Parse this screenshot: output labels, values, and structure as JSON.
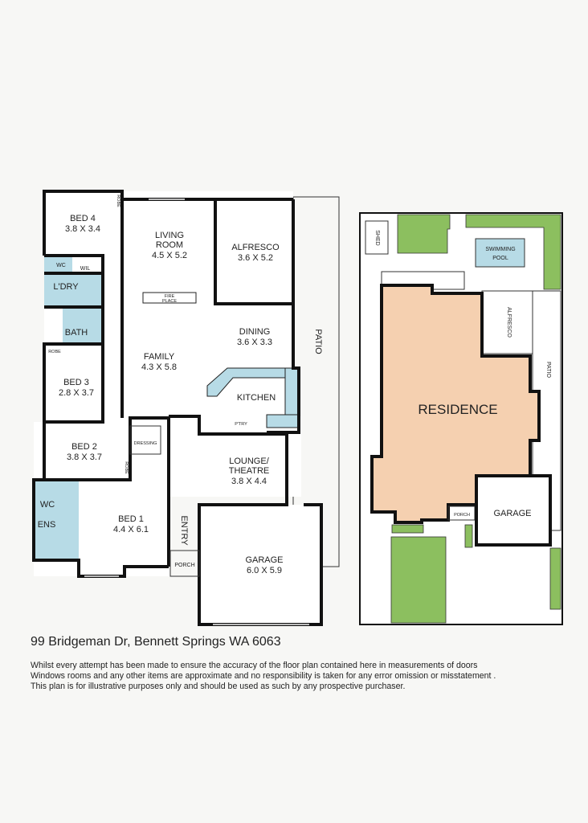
{
  "floor_plan": {
    "rooms": [
      {
        "id": "bed4",
        "name": "BED 4",
        "size": "3.8 X 3.4"
      },
      {
        "id": "living",
        "name": "LIVING",
        "name2": "ROOM",
        "size": "4.5 X 5.2"
      },
      {
        "id": "alfresco",
        "name": "ALFRESCO",
        "size": "3.6 X 5.2"
      },
      {
        "id": "dining",
        "name": "DINING",
        "size": "3.6 X 3.3"
      },
      {
        "id": "family",
        "name": "FAMILY",
        "size": "4.3 X 5.8"
      },
      {
        "id": "bed3",
        "name": "BED 3",
        "size": "2.8 X 3.7"
      },
      {
        "id": "bed2",
        "name": "BED 2",
        "size": "3.8 X 3.7"
      },
      {
        "id": "lounge",
        "name": "LOUNGE/",
        "name2": "THEATRE",
        "size": "3.8 X 4.4"
      },
      {
        "id": "bed1",
        "name": "BED 1",
        "size": "4.4 X 6.1"
      },
      {
        "id": "garage",
        "name": "GARAGE",
        "size": "6.0 X 5.9"
      }
    ],
    "small_labels": {
      "robe": "ROBE",
      "wc": "WC",
      "wil": "WIL",
      "ldry": "L'DRY",
      "bath": "BATH",
      "fireplace1": "FIRE",
      "fireplace2": "PLACE",
      "kitchen": "KITCHEN",
      "pantry": "P'TRY",
      "dressing": "DRESSING",
      "ens": "ENS",
      "entry": "ENTRY",
      "porch": "PORCH",
      "patio": "PATIO"
    },
    "wet_area_color": "#b7dbe6"
  },
  "site_plan": {
    "shed": "SHED",
    "pool1": "SWIMMING",
    "pool2": "POOL",
    "alfresco": "ALFRESCO",
    "patio": "PATIO",
    "residence": "RESIDENCE",
    "porch": "PORCH",
    "garage": "GARAGE",
    "residence_color": "#f5d0b0",
    "lawn_color": "#8cbf5f"
  },
  "address": "99 Bridgeman Dr, Bennett Springs WA 6063",
  "disclaimer": [
    "Whilst every attempt has been made to ensure the accuracy of the floor plan contained here in measurements of doors",
    "Windows rooms and any other items are approximate and no responsibility is taken for any error omission or misstatement .",
    "This plan is for illustrative purposes only and should be used as such by any prospective purchaser."
  ]
}
